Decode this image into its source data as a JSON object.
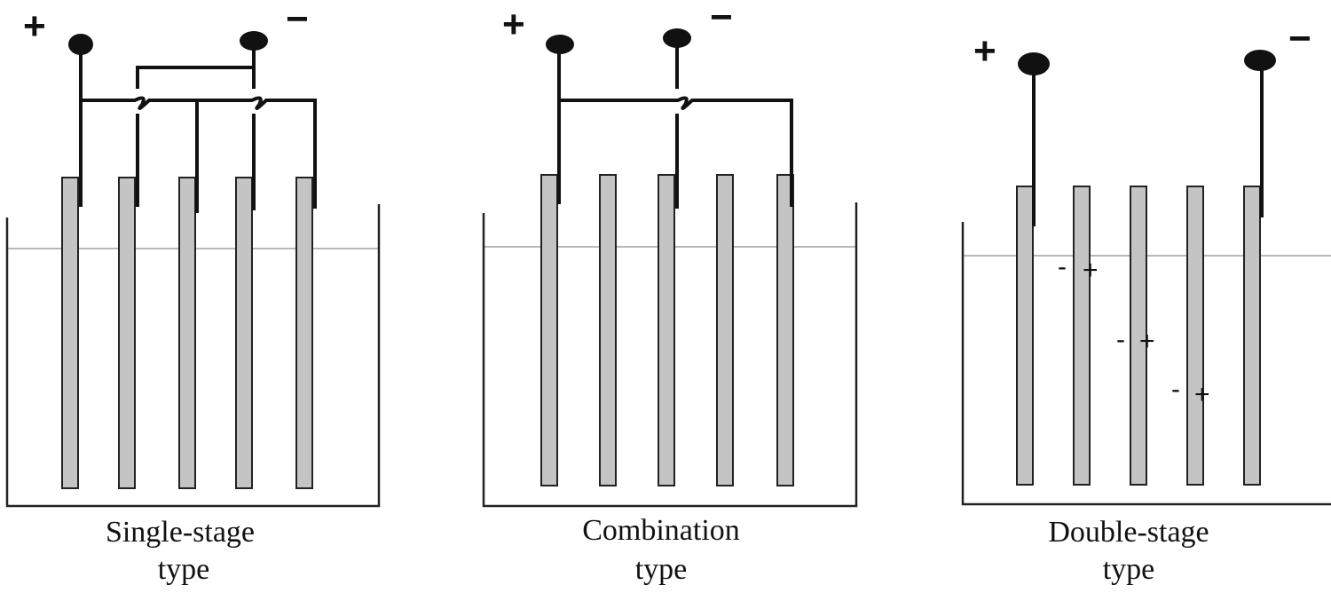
{
  "panels": [
    {
      "id": "single-stage",
      "caption_line1": "Single-stage",
      "caption_line2": "type",
      "positive_label": "+",
      "negative_label": "−",
      "plate_count": 5,
      "inner_charges": []
    },
    {
      "id": "combination",
      "caption_line1": "Combination",
      "caption_line2": "type",
      "positive_label": "+",
      "negative_label": "−",
      "plate_count": 5,
      "inner_charges": []
    },
    {
      "id": "double-stage",
      "caption_line1": "Double-stage",
      "caption_line2": "type",
      "positive_label": "+",
      "negative_label": "−",
      "plate_count": 5,
      "inner_charges": [
        {
          "neg": "-",
          "pos": "+"
        },
        {
          "neg": "-",
          "pos": "+"
        },
        {
          "neg": "-",
          "pos": "+"
        }
      ]
    }
  ],
  "colors": {
    "plate_fill": "#c4c4c4",
    "wire": "#111111",
    "water_line": "#b8b8b8"
  }
}
